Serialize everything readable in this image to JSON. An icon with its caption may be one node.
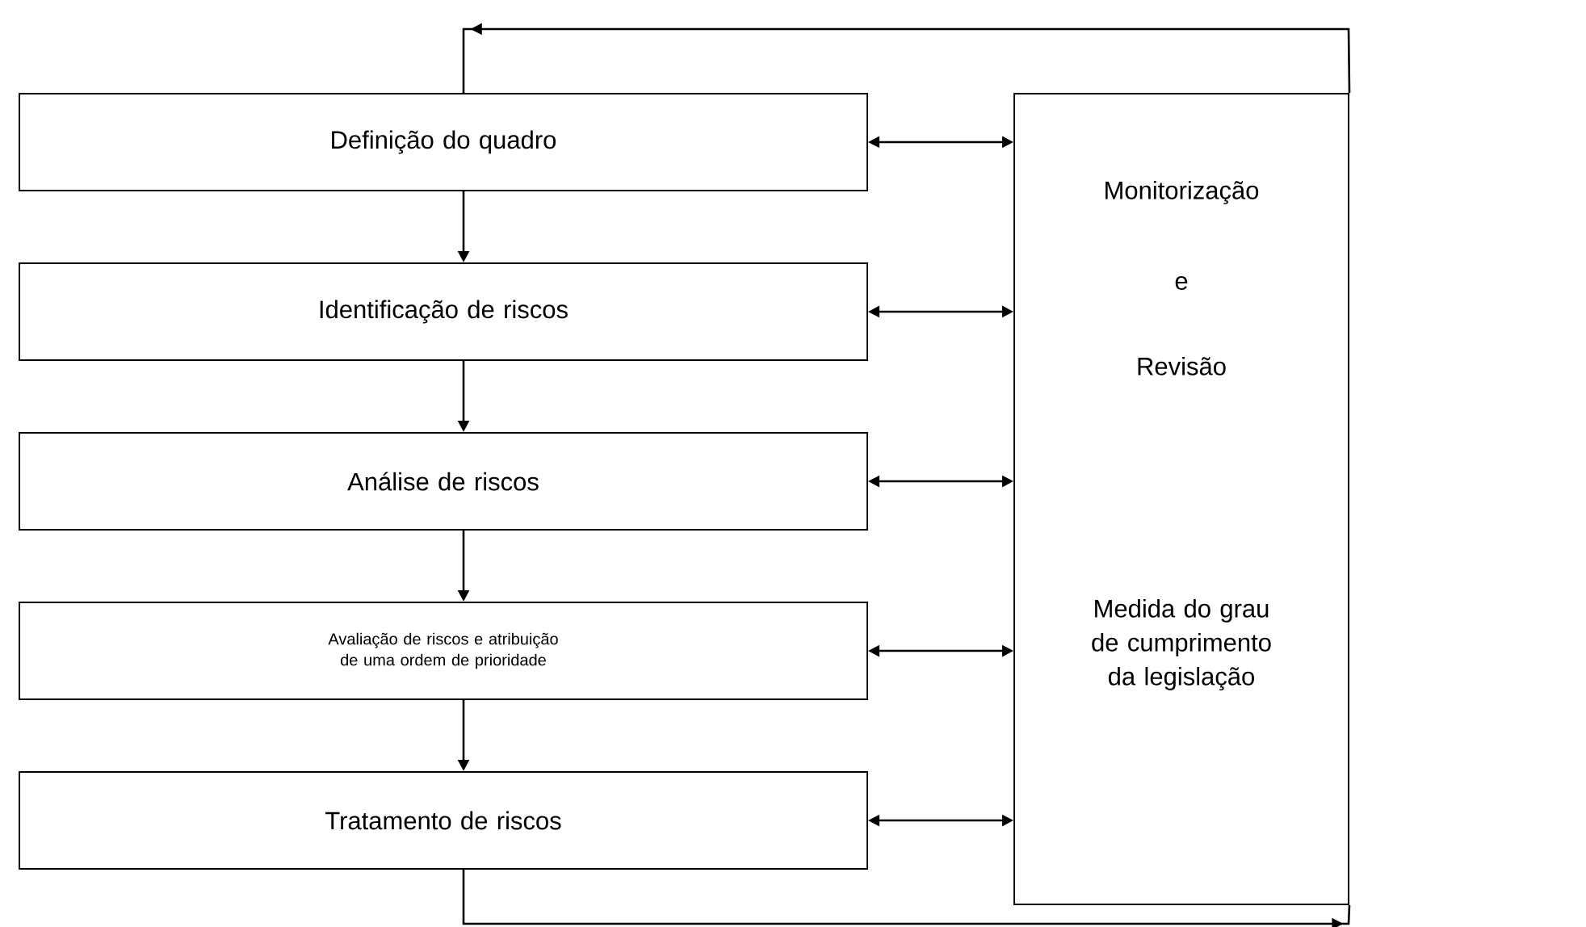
{
  "diagram": {
    "nodes": [
      {
        "text": [
          "Definição do quadro"
        ]
      },
      {
        "text": [
          "Identificação de riscos"
        ]
      },
      {
        "text": [
          "Análise de riscos"
        ]
      },
      {
        "text": [
          "Avaliação de riscos e atribuição de uma ordem de prioridade"
        ]
      },
      {
        "text": [
          "Tratamento de riscos"
        ]
      },
      {
        "text": [
          "Monitorização",
          "e",
          "Revisão",
          "Medida do grau de cumprimento da legislação"
        ]
      }
    ],
    "edges": [
      {
        "from": 0,
        "to": 1,
        "arrow": "to"
      },
      {
        "from": 1,
        "to": 2,
        "arrow": "to"
      },
      {
        "from": 2,
        "to": 3,
        "arrow": "to"
      },
      {
        "from": 3,
        "to": 4,
        "arrow": "to"
      },
      {
        "from": 0,
        "to": 5,
        "arrow": "both"
      },
      {
        "from": 1,
        "to": 5,
        "arrow": "both"
      },
      {
        "from": 2,
        "to": 5,
        "arrow": "both"
      },
      {
        "from": 3,
        "to": 5,
        "arrow": "both"
      },
      {
        "from": 4,
        "to": 5,
        "arrow": "both"
      },
      {
        "from": 5,
        "to": 0,
        "arrow": "to"
      },
      {
        "from": 4,
        "to": 5,
        "arrow": "to"
      }
    ]
  }
}
